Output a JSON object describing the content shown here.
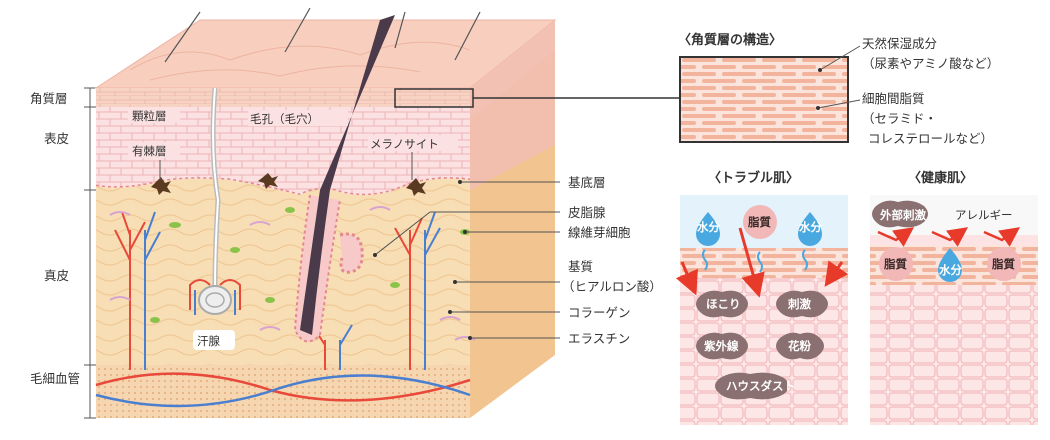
{
  "left_labels": {
    "stratum_corneum": "角質層",
    "epidermis": "表皮",
    "dermis": "真皮",
    "capillary": "毛細血管"
  },
  "inner_labels": {
    "granular_layer": "顆粒層",
    "spinous_layer": "有棘層",
    "hair_pore": "毛孔（毛穴）",
    "melanocyte": "メラノサイト",
    "sweat_gland": "汗腺"
  },
  "right_labels": {
    "basal_layer": "基底層",
    "sebaceous_gland": "皮脂腺",
    "fibroblast": "線維芽細胞",
    "matrix": "基質",
    "matrix_sub": "（ヒアルロン酸）",
    "collagen": "コラーゲン",
    "elastin": "エラスチン"
  },
  "corneum_structure": {
    "title": "〈角質層の構造〉",
    "nmf": "天然保湿成分",
    "nmf_sub": "（尿素やアミノ酸など）",
    "lipid": "細胞間脂質",
    "lipid_sub1": "（セラミド・",
    "lipid_sub2": "コレステロールなど）"
  },
  "trouble_skin": {
    "title": "〈トラブル肌〉",
    "water_left": "水分",
    "sebum": "脂質",
    "water_right": "水分",
    "dust": "ほこり",
    "irritant": "刺激",
    "uv": "紫外線",
    "pollen": "花粉",
    "house_dust": "ハウスダスト"
  },
  "healthy_skin": {
    "title": "〈健康肌〉",
    "external_irritant": "外部刺激",
    "allergy": "アレルギー",
    "sebum_left": "脂質",
    "water": "水分",
    "sebum_right": "脂質"
  },
  "colors": {
    "skin_top": "#f7c9b8",
    "epidermis": "#f6d4d4",
    "cell_line": "#e9a0a5",
    "dermis": "#f7ddb2",
    "dermis_side": "#f2c48f",
    "hair": "#4a3a4a",
    "artery": "#e8493a",
    "vein": "#4a7fd0",
    "water": "#4aa8e0",
    "sebum": "#f2b8b8",
    "irritant": "#8a7070",
    "arrow": "#e83a2a"
  }
}
